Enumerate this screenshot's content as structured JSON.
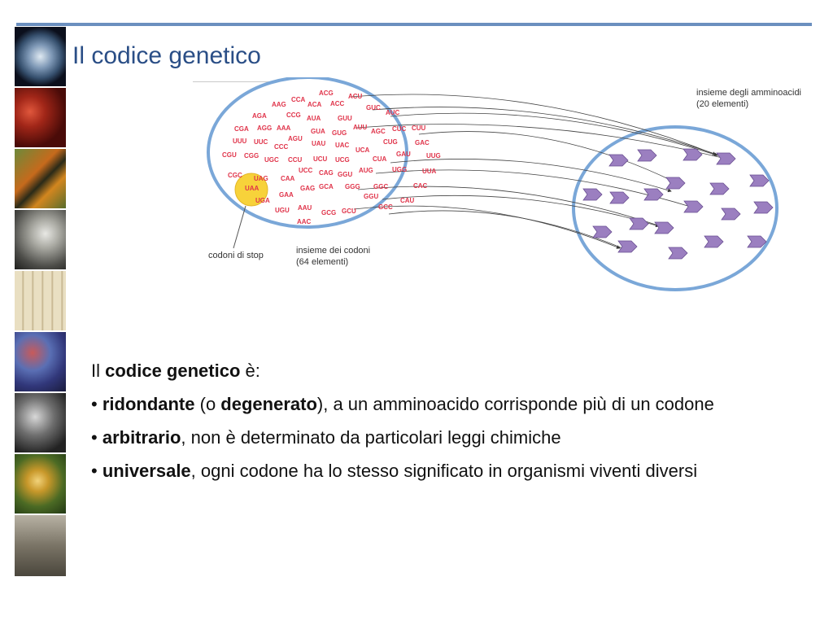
{
  "slide": {
    "title": "Il codice genetico"
  },
  "sidebar": {
    "tiles": [
      "earth-photo",
      "blood-cells-photo",
      "butterfly-photo",
      "scientist-portrait",
      "embryo-drawings",
      "molecule-model",
      "lab-photo",
      "flowers-photo",
      "historic-photo"
    ]
  },
  "diagram": {
    "codons": [
      "ACG",
      "ACU",
      "CCA",
      "AAG",
      "ACA",
      "ACC",
      "GUC",
      "AGA",
      "CCG",
      "AUA",
      "GUU",
      "AUC",
      "CGA",
      "AGG",
      "AAA",
      "GUA",
      "GUG",
      "AUU",
      "AGC",
      "CUC",
      "CUU",
      "UUU",
      "UUC",
      "CCC",
      "AGU",
      "UAU",
      "UAC",
      "UCA",
      "CUG",
      "GAC",
      "CGU",
      "CGG",
      "UGC",
      "CCU",
      "UCU",
      "UCG",
      "CUA",
      "GAU",
      "UUG",
      "CGC",
      "UAG",
      "CAA",
      "UCC",
      "CAG",
      "GGU",
      "AUG",
      "UGG",
      "UUA",
      "UAA",
      "GAA",
      "GAG",
      "GCA",
      "GGG",
      "GGC",
      "CAC",
      "UGA",
      "GGU",
      "CAU",
      "UGU",
      "AAU",
      "GCG",
      "GCU",
      "GCC",
      "AAC"
    ],
    "stop_codons": [
      "UAG",
      "UAA",
      "UGA"
    ],
    "label_codon_set": [
      "insieme dei codoni",
      "(64 elementi)"
    ],
    "label_amino_set": [
      "insieme degli amminoacidi",
      "(20 elementi)"
    ],
    "label_stop": "codoni di stop",
    "codon_color": "#e0344a",
    "amino_color": "#9b7fc0",
    "ellipse_color": "#7aa7d8"
  },
  "text": {
    "intro_pre": "Il ",
    "intro_bold": "codice genetico",
    "intro_post": " è:",
    "b1_bullet": "• ",
    "b1_bold": "ridondante",
    "b1_mid": " (o ",
    "b1_bold2": "degenerato",
    "b1_post": "), a un amminoacido corrisponde più di un codone",
    "b2_bullet": "• ",
    "b2_bold": "arbitrario",
    "b2_post": ", non è determinato da particolari leggi chimiche",
    "b3_bullet": "• ",
    "b3_bold": "universale",
    "b3_post": ", ogni codone ha lo stesso significato in organismi viventi diversi"
  }
}
